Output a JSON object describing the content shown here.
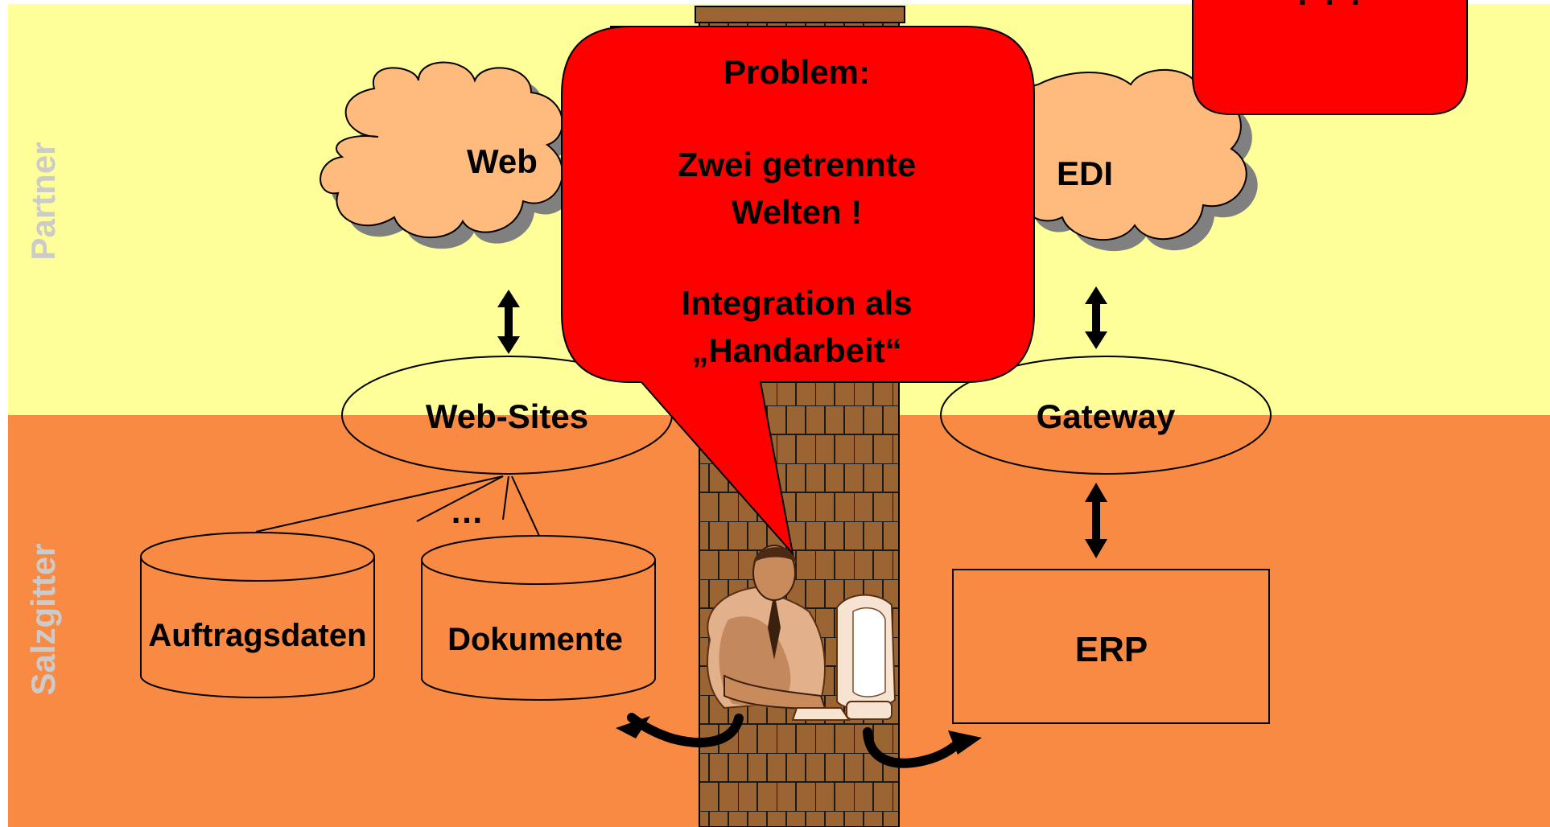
{
  "zones": {
    "partner": {
      "label": "Partner",
      "color": "#FFFF99"
    },
    "salzgitter": {
      "label": "Salzgitter",
      "color": "#F98A44"
    },
    "zone_label_color": "#CBCBCB"
  },
  "clouds": {
    "web": "Web",
    "edi": "EDI",
    "fill": "#FFBB7D"
  },
  "nodes": {
    "web_sites": "Web-Sites",
    "gateway": "Gateway",
    "erp": "ERP",
    "auftragsdaten": "Auftragsdaten",
    "dokumente": "Dokumente",
    "ellipsis": "…"
  },
  "callout": {
    "line1": "Problem:",
    "line2": "Zwei getrennte",
    "line3": "Welten !",
    "line4": "Integration als",
    "line5": "„Handarbeit“",
    "fill": "#FF0000"
  },
  "corner_box": {
    "text": "? ! ?",
    "fill": "#FF0000"
  },
  "firewall": {
    "brick_color": "#9A6433"
  },
  "person_icon": "person-at-computer-icon"
}
